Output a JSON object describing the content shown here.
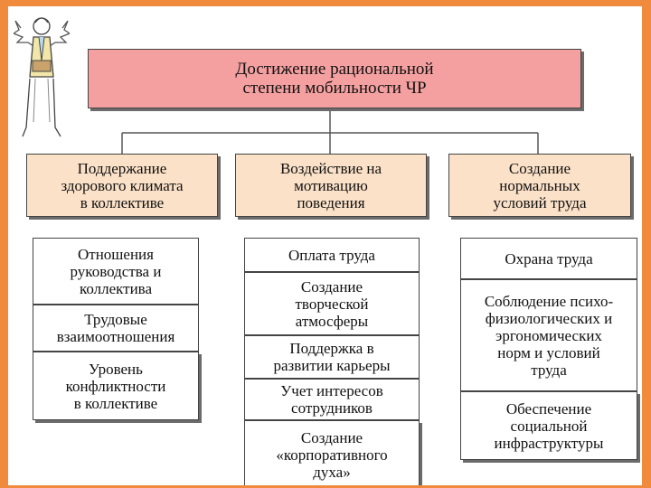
{
  "root": {
    "label": "Достижение рациональной\nстепени мобильности ЧР"
  },
  "columns": [
    {
      "header": "Поддержание\nздорового климата\nв коллективе",
      "items": [
        "Отношения\nруководства и\nколлектива",
        "Трудовые\nвзаимоотношения",
        "Уровень\nконфликтности\nв коллективе"
      ]
    },
    {
      "header": "Воздействие на\nмотивацию\nповедения",
      "items": [
        "Оплата труда",
        "Создание\nтворческой\nатмосферы",
        "Поддержка в\nразвитии карьеры",
        "Учет интересов\nсотрудников",
        "Создание\n«корпоративного\nдуха»"
      ]
    },
    {
      "header": "Создание\nнормальных\nусловий труда",
      "items": [
        "Охрана труда",
        "Соблюдение психо-\nфизиологических и\nэргономических\nнорм и условий\nтруда",
        "Обеспечение\nсоциальной\nинфраструктуры"
      ]
    }
  ],
  "colors": {
    "root_fill": "#f5a0a0",
    "header_fill": "#fbe1c8",
    "frame": "#f08a3c"
  },
  "icons": {
    "decoration": "angel-figure-icon"
  }
}
